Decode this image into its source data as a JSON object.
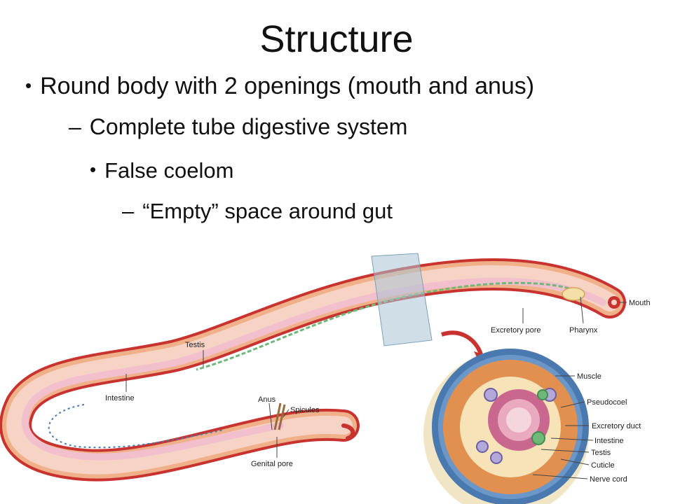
{
  "slide": {
    "title": "Structure",
    "bullets": [
      "Round body with 2 openings (mouth and anus)",
      "Complete tube digestive system",
      "False coelom",
      "“Empty” space around gut"
    ]
  },
  "diagram": {
    "worm_labels": {
      "mouth": "Mouth",
      "excretory_pore": "Excretory pore",
      "pharynx": "Pharynx",
      "testis": "Testis",
      "intestine": "Intestine",
      "anus": "Anus",
      "spicules": "Spicules",
      "genital_pore": "Genital pore"
    },
    "cross_section_labels": {
      "muscle": "Muscle",
      "pseudocoel": "Pseudocoel",
      "excretory_duct": "Excretory duct",
      "intestine": "Intestine",
      "testis": "Testis",
      "cuticle": "Cuticle",
      "nerve_cord": "Nerve cord"
    }
  },
  "colors": {
    "body_outer": "#c8322f",
    "body_wall": "#e8a477",
    "gut": "#f3c3cc",
    "cuticle_blue": "#4a79b0",
    "testis_green": "#6fb87a"
  }
}
